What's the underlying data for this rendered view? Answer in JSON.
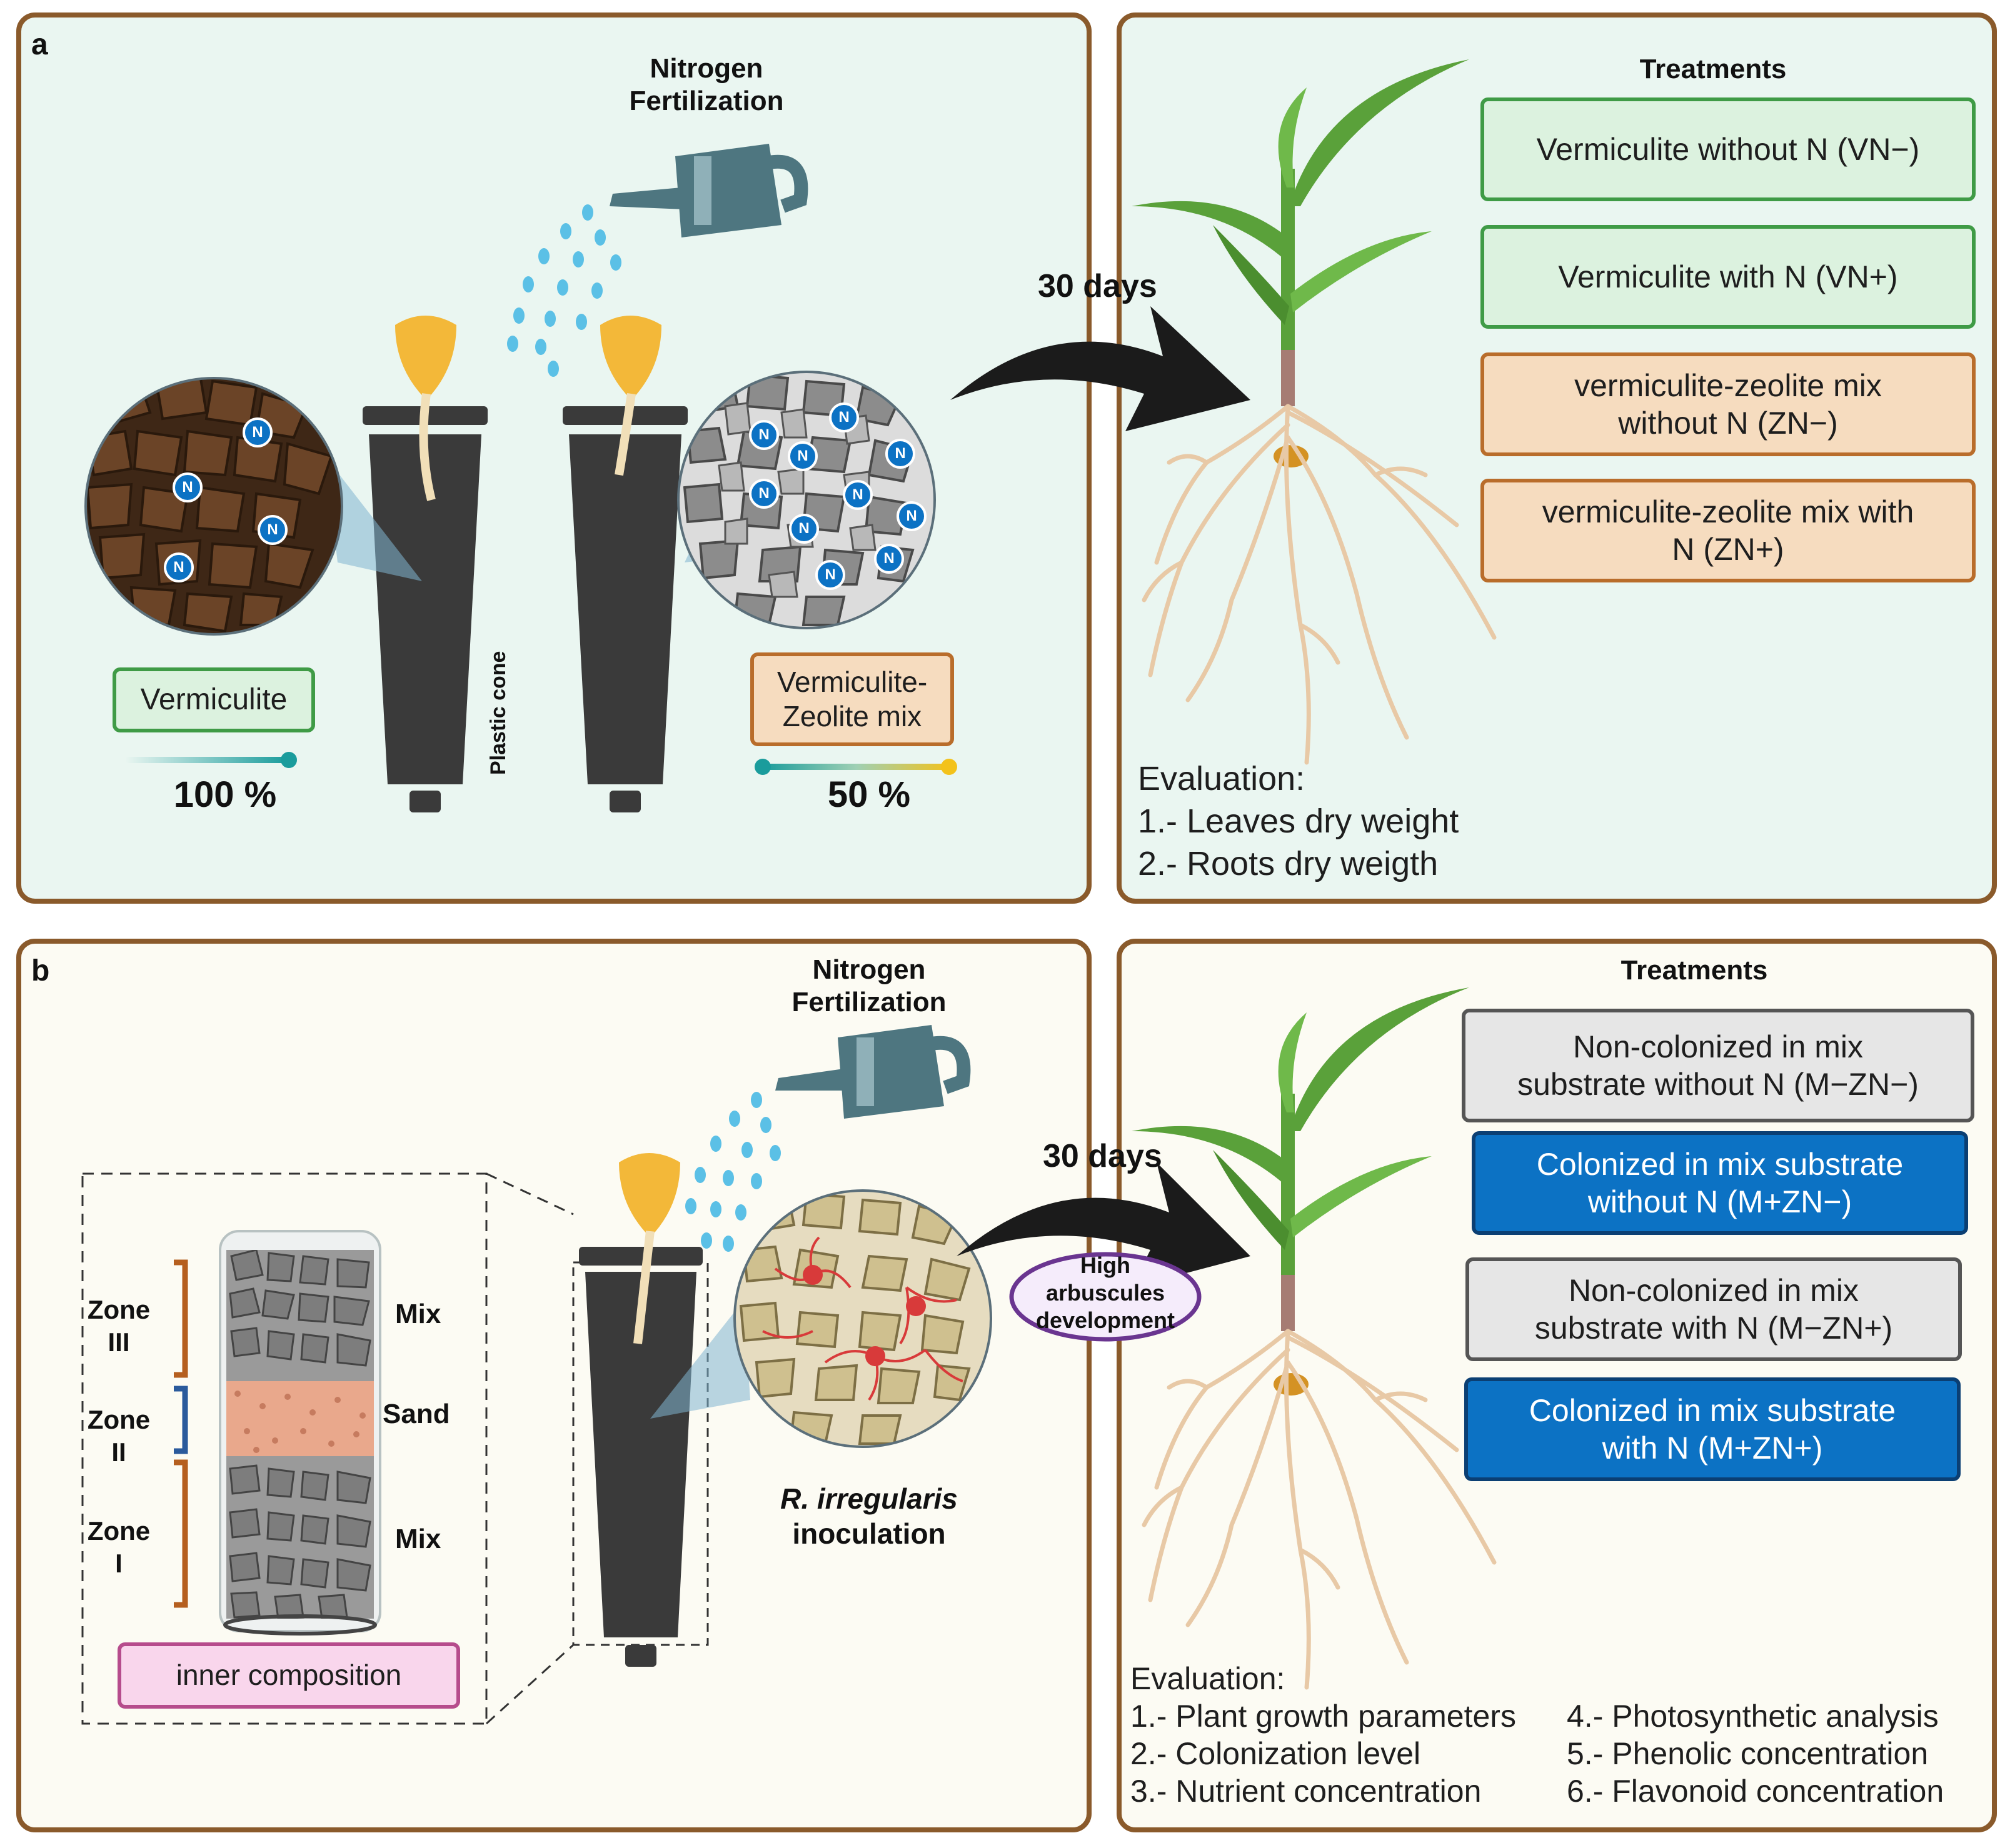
{
  "colors": {
    "panel_border": "#8a5a2b",
    "panel_a_bg": "#eaf6f1",
    "panel_b_bg": "#fcfbf3",
    "vermiculite_brown": "#5a3a22",
    "zeolite_gray": "#8c8c8c",
    "n_ion_blue": "#0c72c4",
    "colonized_blue": "#0c72c4",
    "cone_dark": "#3a3a3a",
    "arrow_black": "#1b1b1b",
    "watering_can": "#4e7680",
    "water_drops": "#5bc0e6",
    "plant_green": "#5aa13a",
    "root_beige": "#e8c9a6",
    "sand_pink": "#e9a88c",
    "hyphae_red": "#d83a3a"
  },
  "panel_a": {
    "letter": "a",
    "fertilization": "Nitrogen\nFertilization",
    "n_label": "N",
    "vermiculite_label": "Vermiculite",
    "vermiculite_percent": "100 %",
    "mix_label": "Vermiculite-\nZeolite mix",
    "mix_percent": "50 %",
    "plastic_cone": "Plastic cone",
    "days": "30 days",
    "treatments_title": "Treatments",
    "treatments": [
      "Vermiculite without N (VN−)",
      "Vermiculite with N (VN+)",
      "vermiculite-zeolite mix\nwithout N (ZN−)",
      "vermiculite-zeolite mix with\nN (ZN+)"
    ],
    "evaluation_title": "Evaluation:",
    "evaluation": [
      "1.- Leaves dry weight",
      "2.- Roots dry weigth"
    ]
  },
  "panel_b": {
    "letter": "b",
    "fertilization": "Nitrogen\nFertilization",
    "zones": [
      "Zone\nIII",
      "Zone\nII",
      "Zone\nI"
    ],
    "layers": [
      "Mix",
      "Sand",
      "Mix"
    ],
    "inner_composition": "inner composition",
    "inoculation_species": "R. irregularis",
    "inoculation_word": "inoculation",
    "days": "30 days",
    "arbuscules": "High\narbuscules\ndevelopment",
    "treatments_title": "Treatments",
    "treatments": [
      "Non-colonized in mix\nsubstrate without N (M−ZN−)",
      "Colonized in mix substrate\nwithout N (M+ZN−)",
      "Non-colonized in mix\nsubstrate with N (M−ZN+)",
      "Colonized in mix substrate\nwith N (M+ZN+)"
    ],
    "evaluation_title": "Evaluation:",
    "evaluation_left": [
      "1.- Plant growth parameters",
      "2.- Colonization level",
      "3.- Nutrient concentration"
    ],
    "evaluation_right": [
      "4.- Photosynthetic analysis",
      "5.- Phenolic concentration",
      "6.- Flavonoid concentration"
    ]
  }
}
